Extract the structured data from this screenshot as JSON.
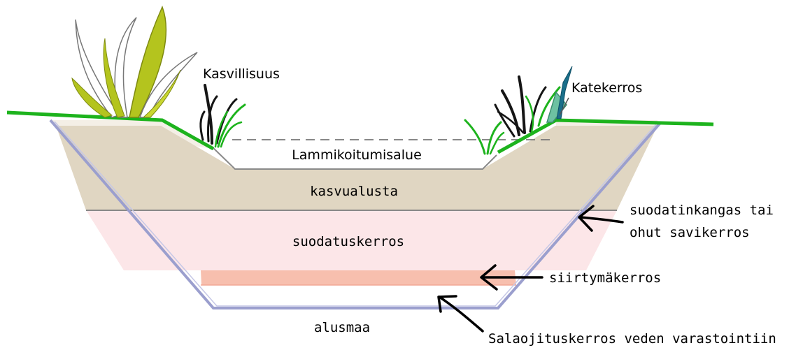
{
  "diagram": {
    "labels": {
      "kasvillisuus": "Kasvillisuus",
      "katekerros": "Katekerros",
      "lammikoitumisalue": "Lammikoitumisalue",
      "kasvualusta": "kasvualusta",
      "suodatuskerros": "suodatuskerros",
      "suodatinkangas_line1": "suodatinkangas tai",
      "suodatinkangas_line2": "ohut savikerros",
      "siirtymakerros": "siirtymäkerros",
      "alusmaa": "alusmaa",
      "salaojituskerros": "Salaojituskerros veden varastointiin"
    },
    "colors": {
      "growing_medium": "#e0d6c2",
      "filter_layer": "#fce6e8",
      "transition_layer": "#f7bfae",
      "basin_outline": "#9b9fce",
      "ground_line": "#1db31d",
      "dark_grass": "#151515",
      "tall_plant": "#b4c41e"
    }
  }
}
